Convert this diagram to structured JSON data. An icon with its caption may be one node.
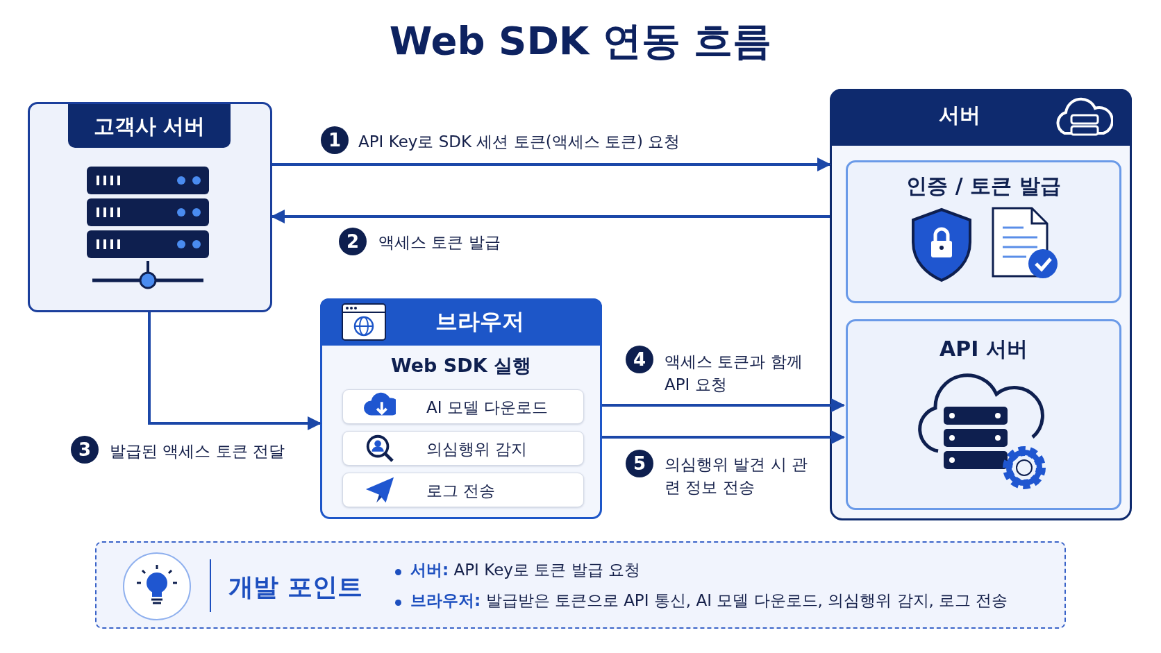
{
  "diagram": {
    "title": "Web SDK 연동 흐름",
    "nodes": [
      {
        "text": [
          "고객사 서버"
        ]
      },
      {
        "text": [
          "서버"
        ]
      },
      {
        "text": [
          "인증 / 토큰 발급"
        ],
        "in": 1
      },
      {
        "text": [
          "API 서버"
        ],
        "in": 1
      },
      {
        "text": [
          "브라우저",
          "Web SDK 실행"
        ]
      },
      {
        "text": [
          "AI 모델 다운로드"
        ],
        "in": 4
      },
      {
        "text": [
          "의심행위 감지"
        ],
        "in": 4
      },
      {
        "text": [
          "로그 전송"
        ],
        "in": 4
      },
      {
        "text": [
          "개발 포인트",
          "**서버:** API Key로 토큰 발급 요청",
          "**브라우저:** 발급받은 토큰으로 API 통신, AI 모델 다운로드, 의심행위 감지, 로그 전송"
        ]
      }
    ],
    "edges": [
      {
        "from": 0,
        "to": 1,
        "arrow": "to",
        "label": "API Key로 SDK 세션 토큰(액세스 토큰) 요청"
      },
      {
        "from": 1,
        "to": 0,
        "arrow": "to",
        "label": "액세스 토큰 발급"
      },
      {
        "from": 0,
        "to": 4,
        "arrow": "to",
        "label": "발급된 액세스 토큰 전달"
      },
      {
        "from": 4,
        "to": 3,
        "arrow": "to",
        "label": "액세스 토큰과 함께 API 요청"
      },
      {
        "from": 4,
        "to": 3,
        "arrow": "to",
        "label": "의심행위 발견 시 관련 정보 전송"
      }
    ],
    "labels": [
      "1",
      "2",
      "3",
      "4",
      "5"
    ]
  }
}
